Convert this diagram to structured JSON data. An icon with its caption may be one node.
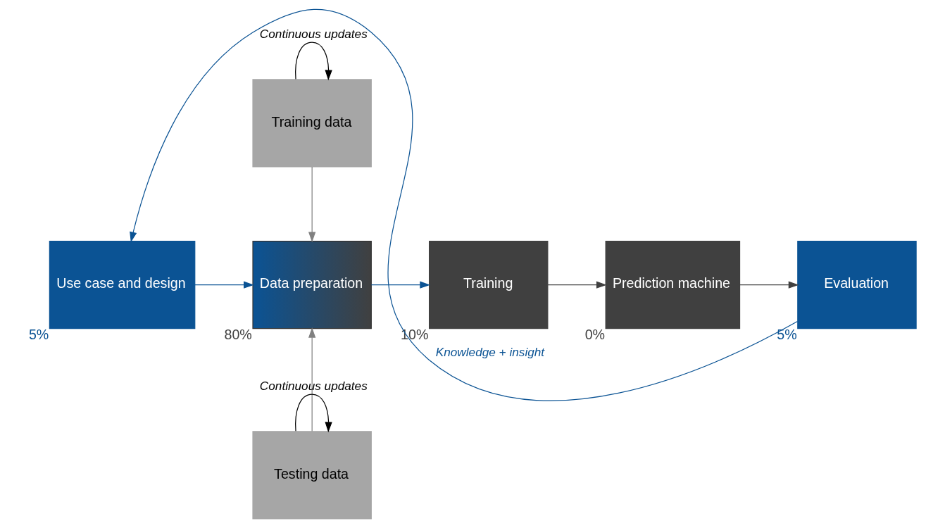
{
  "diagram": {
    "nodes": [
      {
        "text": [
          "Use case and design"
        ],
        "beside": [
          "5%"
        ]
      },
      {
        "text": [
          "Training data"
        ]
      },
      {
        "text": [
          "Data preparation"
        ],
        "beside": [
          "80%"
        ]
      },
      {
        "text": [
          "Testing data"
        ]
      },
      {
        "text": [
          "Training"
        ],
        "beside": [
          "10%"
        ]
      },
      {
        "text": [
          "Prediction machine"
        ],
        "beside": [
          "0%"
        ]
      },
      {
        "text": [
          "Evaluation"
        ],
        "beside": [
          "5%"
        ]
      }
    ],
    "edges": [
      {
        "from": 1,
        "to": 1,
        "arrow": "to",
        "label": "Continuous updates",
        "color": "#000000"
      },
      {
        "from": 1,
        "to": 2,
        "arrow": "to",
        "color": "#808080"
      },
      {
        "from": 0,
        "to": 2,
        "arrow": "to",
        "color": "#0b5394"
      },
      {
        "from": 2,
        "to": 4,
        "arrow": "to",
        "color": "#0b5394"
      },
      {
        "from": 4,
        "to": 5,
        "arrow": "to",
        "color": "#404040"
      },
      {
        "from": 5,
        "to": 6,
        "arrow": "to",
        "color": "#404040"
      },
      {
        "from": 3,
        "to": 2,
        "arrow": "to",
        "color": "#808080"
      },
      {
        "from": 3,
        "to": 3,
        "arrow": "to",
        "label": "Continuous updates",
        "color": "#000000"
      },
      {
        "from": 6,
        "to": 0,
        "arrow": "to",
        "label": "Knowledge + insight",
        "color": "#0b5394"
      }
    ]
  }
}
